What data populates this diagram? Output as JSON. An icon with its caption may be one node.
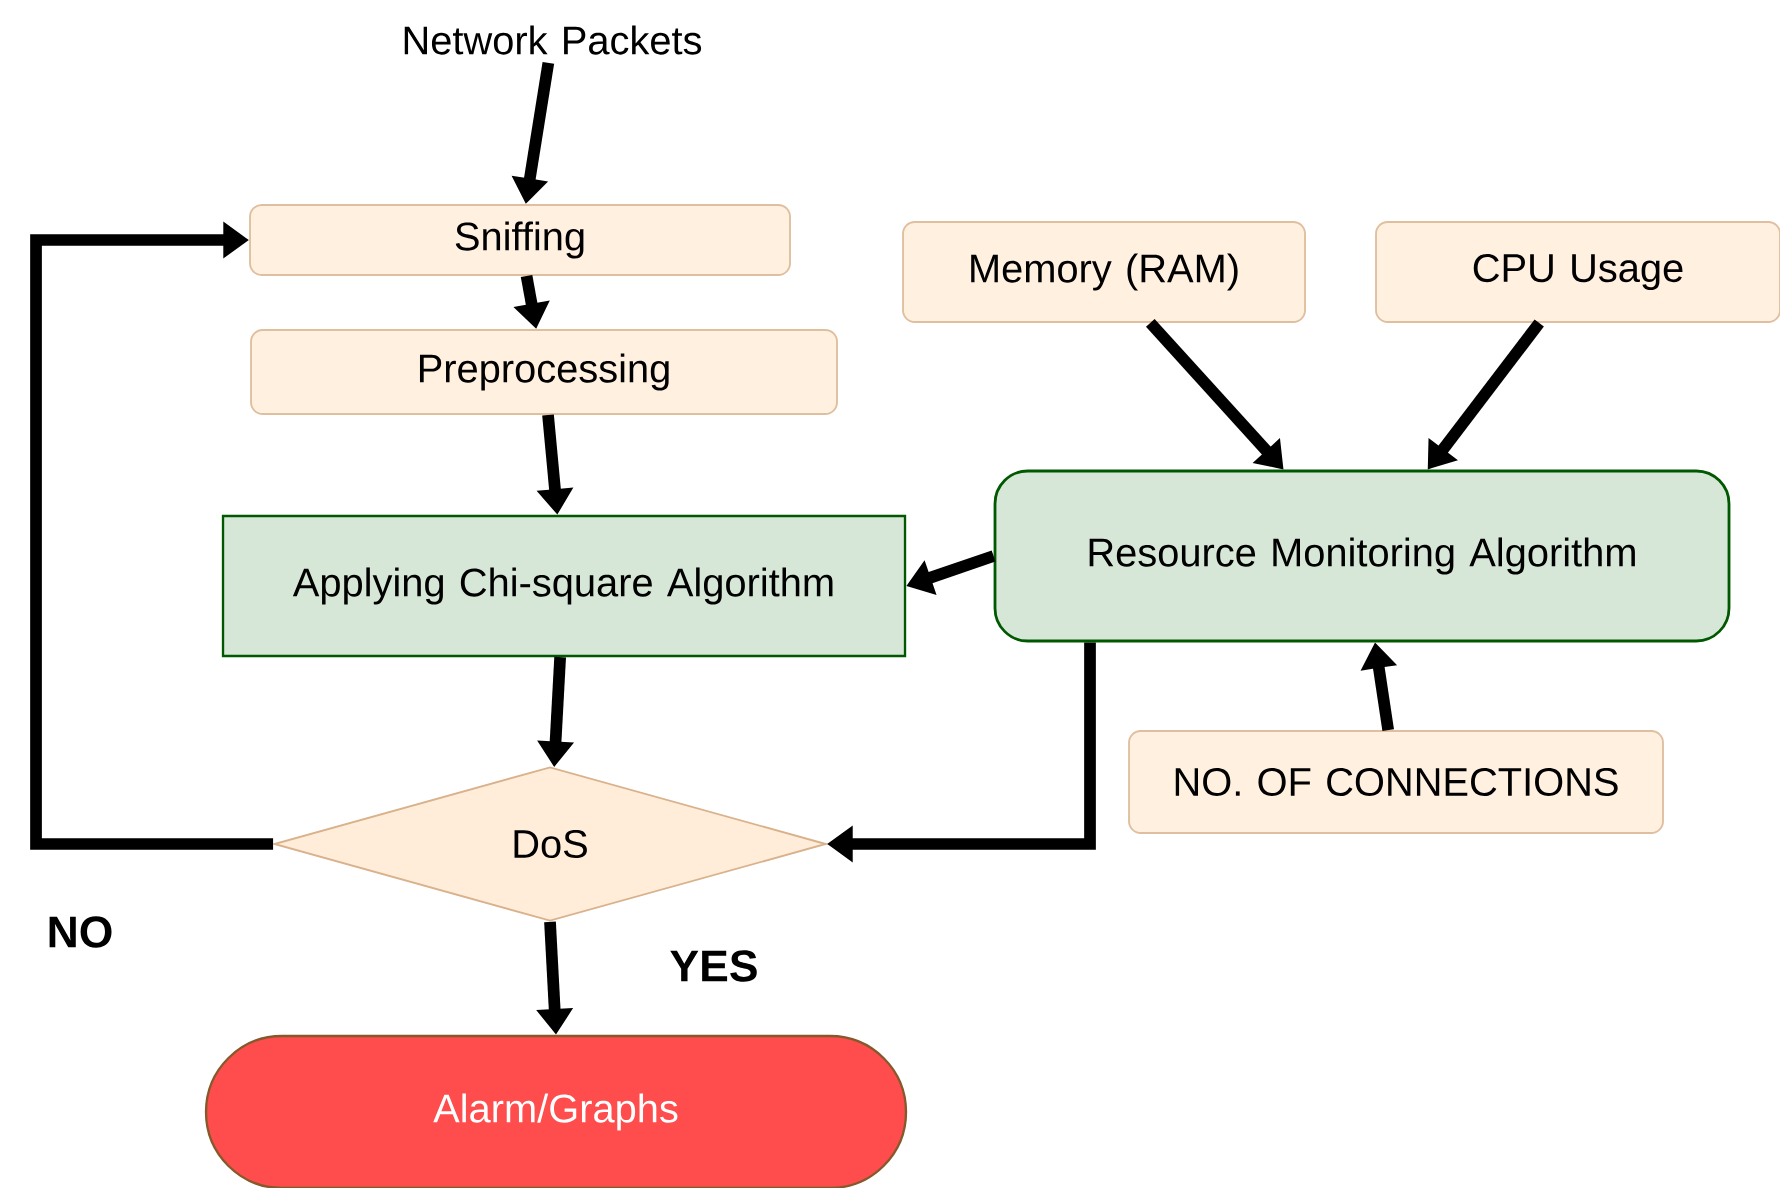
{
  "diagram": {
    "nodes": [
      {
        "text": [
          "Network Packets"
        ]
      },
      {
        "text": [
          "Sniffing"
        ]
      },
      {
        "text": [
          "Preprocessing"
        ]
      },
      {
        "text": [
          "Applying Chi-square Algorithm"
        ]
      },
      {
        "text": [
          "Memory (RAM)"
        ]
      },
      {
        "text": [
          "CPU Usage"
        ]
      },
      {
        "text": [
          "Resource Monitoring Algorithm"
        ]
      },
      {
        "text": [
          "NO. OF CONNECTIONS"
        ]
      },
      {
        "text": [
          "DoS"
        ]
      },
      {
        "text": [
          "Alarm/Graphs"
        ]
      }
    ],
    "edges": [
      {
        "from": 0,
        "to": 1,
        "arrow": "to"
      },
      {
        "from": 1,
        "to": 2,
        "arrow": "to"
      },
      {
        "from": 2,
        "to": 3,
        "arrow": "to"
      },
      {
        "from": 3,
        "to": 8,
        "arrow": "to"
      },
      {
        "from": 8,
        "to": 9,
        "arrow": "to",
        "label": "YES"
      },
      {
        "from": 8,
        "to": 1,
        "arrow": "to",
        "label": "NO"
      },
      {
        "from": 4,
        "to": 6,
        "arrow": "to"
      },
      {
        "from": 5,
        "to": 6,
        "arrow": "to"
      },
      {
        "from": 7,
        "to": 6,
        "arrow": "to"
      },
      {
        "from": 6,
        "to": 3,
        "arrow": "to"
      },
      {
        "from": 6,
        "to": 8,
        "arrow": "to"
      }
    ]
  }
}
